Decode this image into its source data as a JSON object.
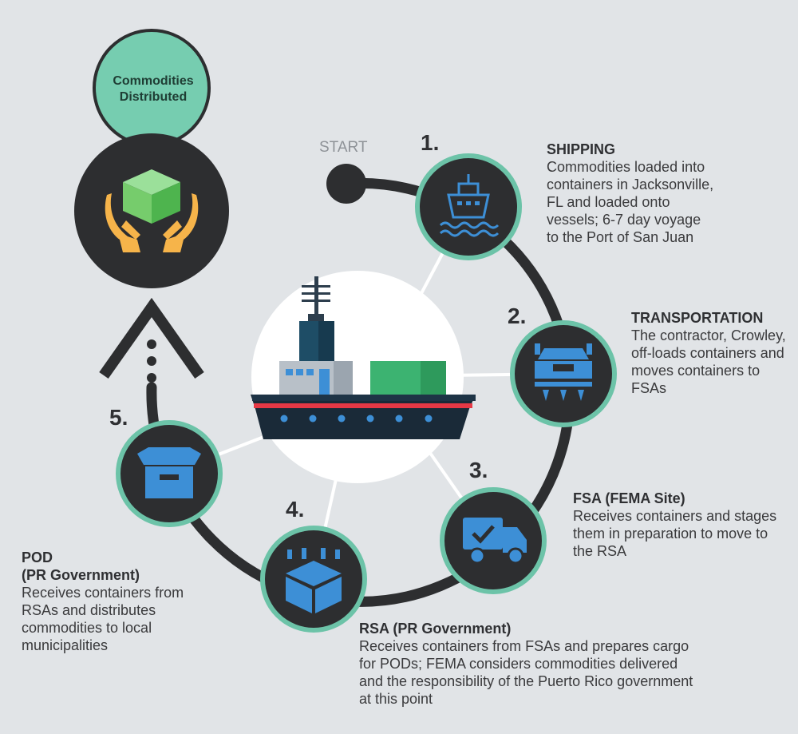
{
  "start_label": "START",
  "final": {
    "label": "Commodities Distributed",
    "icon": "hands-holding-box-icon"
  },
  "steps": [
    {
      "number": "1.",
      "title": "SHIPPING",
      "description": "Commodities loaded into containers in Jacksonville, FL and loaded onto vessels; 6-7 day voyage to the Port of San Juan",
      "icon": "ship-icon"
    },
    {
      "number": "2.",
      "title": "TRANSPORTATION",
      "description": "The contractor, Crowley, off-loads containers and moves containers to FSAs",
      "icon": "crane-unload-icon"
    },
    {
      "number": "3.",
      "title": "FSA (FEMA Site)",
      "description": "Receives containers and stages them in preparation to move to the RSA",
      "icon": "delivery-truck-icon"
    },
    {
      "number": "4.",
      "title": "RSA (PR Government)",
      "description": "Receives containers from FSAs and prepares cargo for PODs; FEMA considers commodities delivered and the responsibility of the Puerto Rico government at this point",
      "icon": "box-staging-icon"
    },
    {
      "number": "5.",
      "title": "POD\n(PR Government)",
      "description": "Receives containers from RSAs and distributes commodities to local municipalities",
      "icon": "open-box-icon"
    }
  ],
  "colors": {
    "background": "#e1e4e7",
    "dark": "#2d2e30",
    "ring": "#6cc3a8",
    "icon": "#3d8fd6",
    "mint": "#76cdb0",
    "red_stripe": "#e63845",
    "container_green": "#3cb371"
  },
  "center_icon": "cargo-ship-illustration"
}
